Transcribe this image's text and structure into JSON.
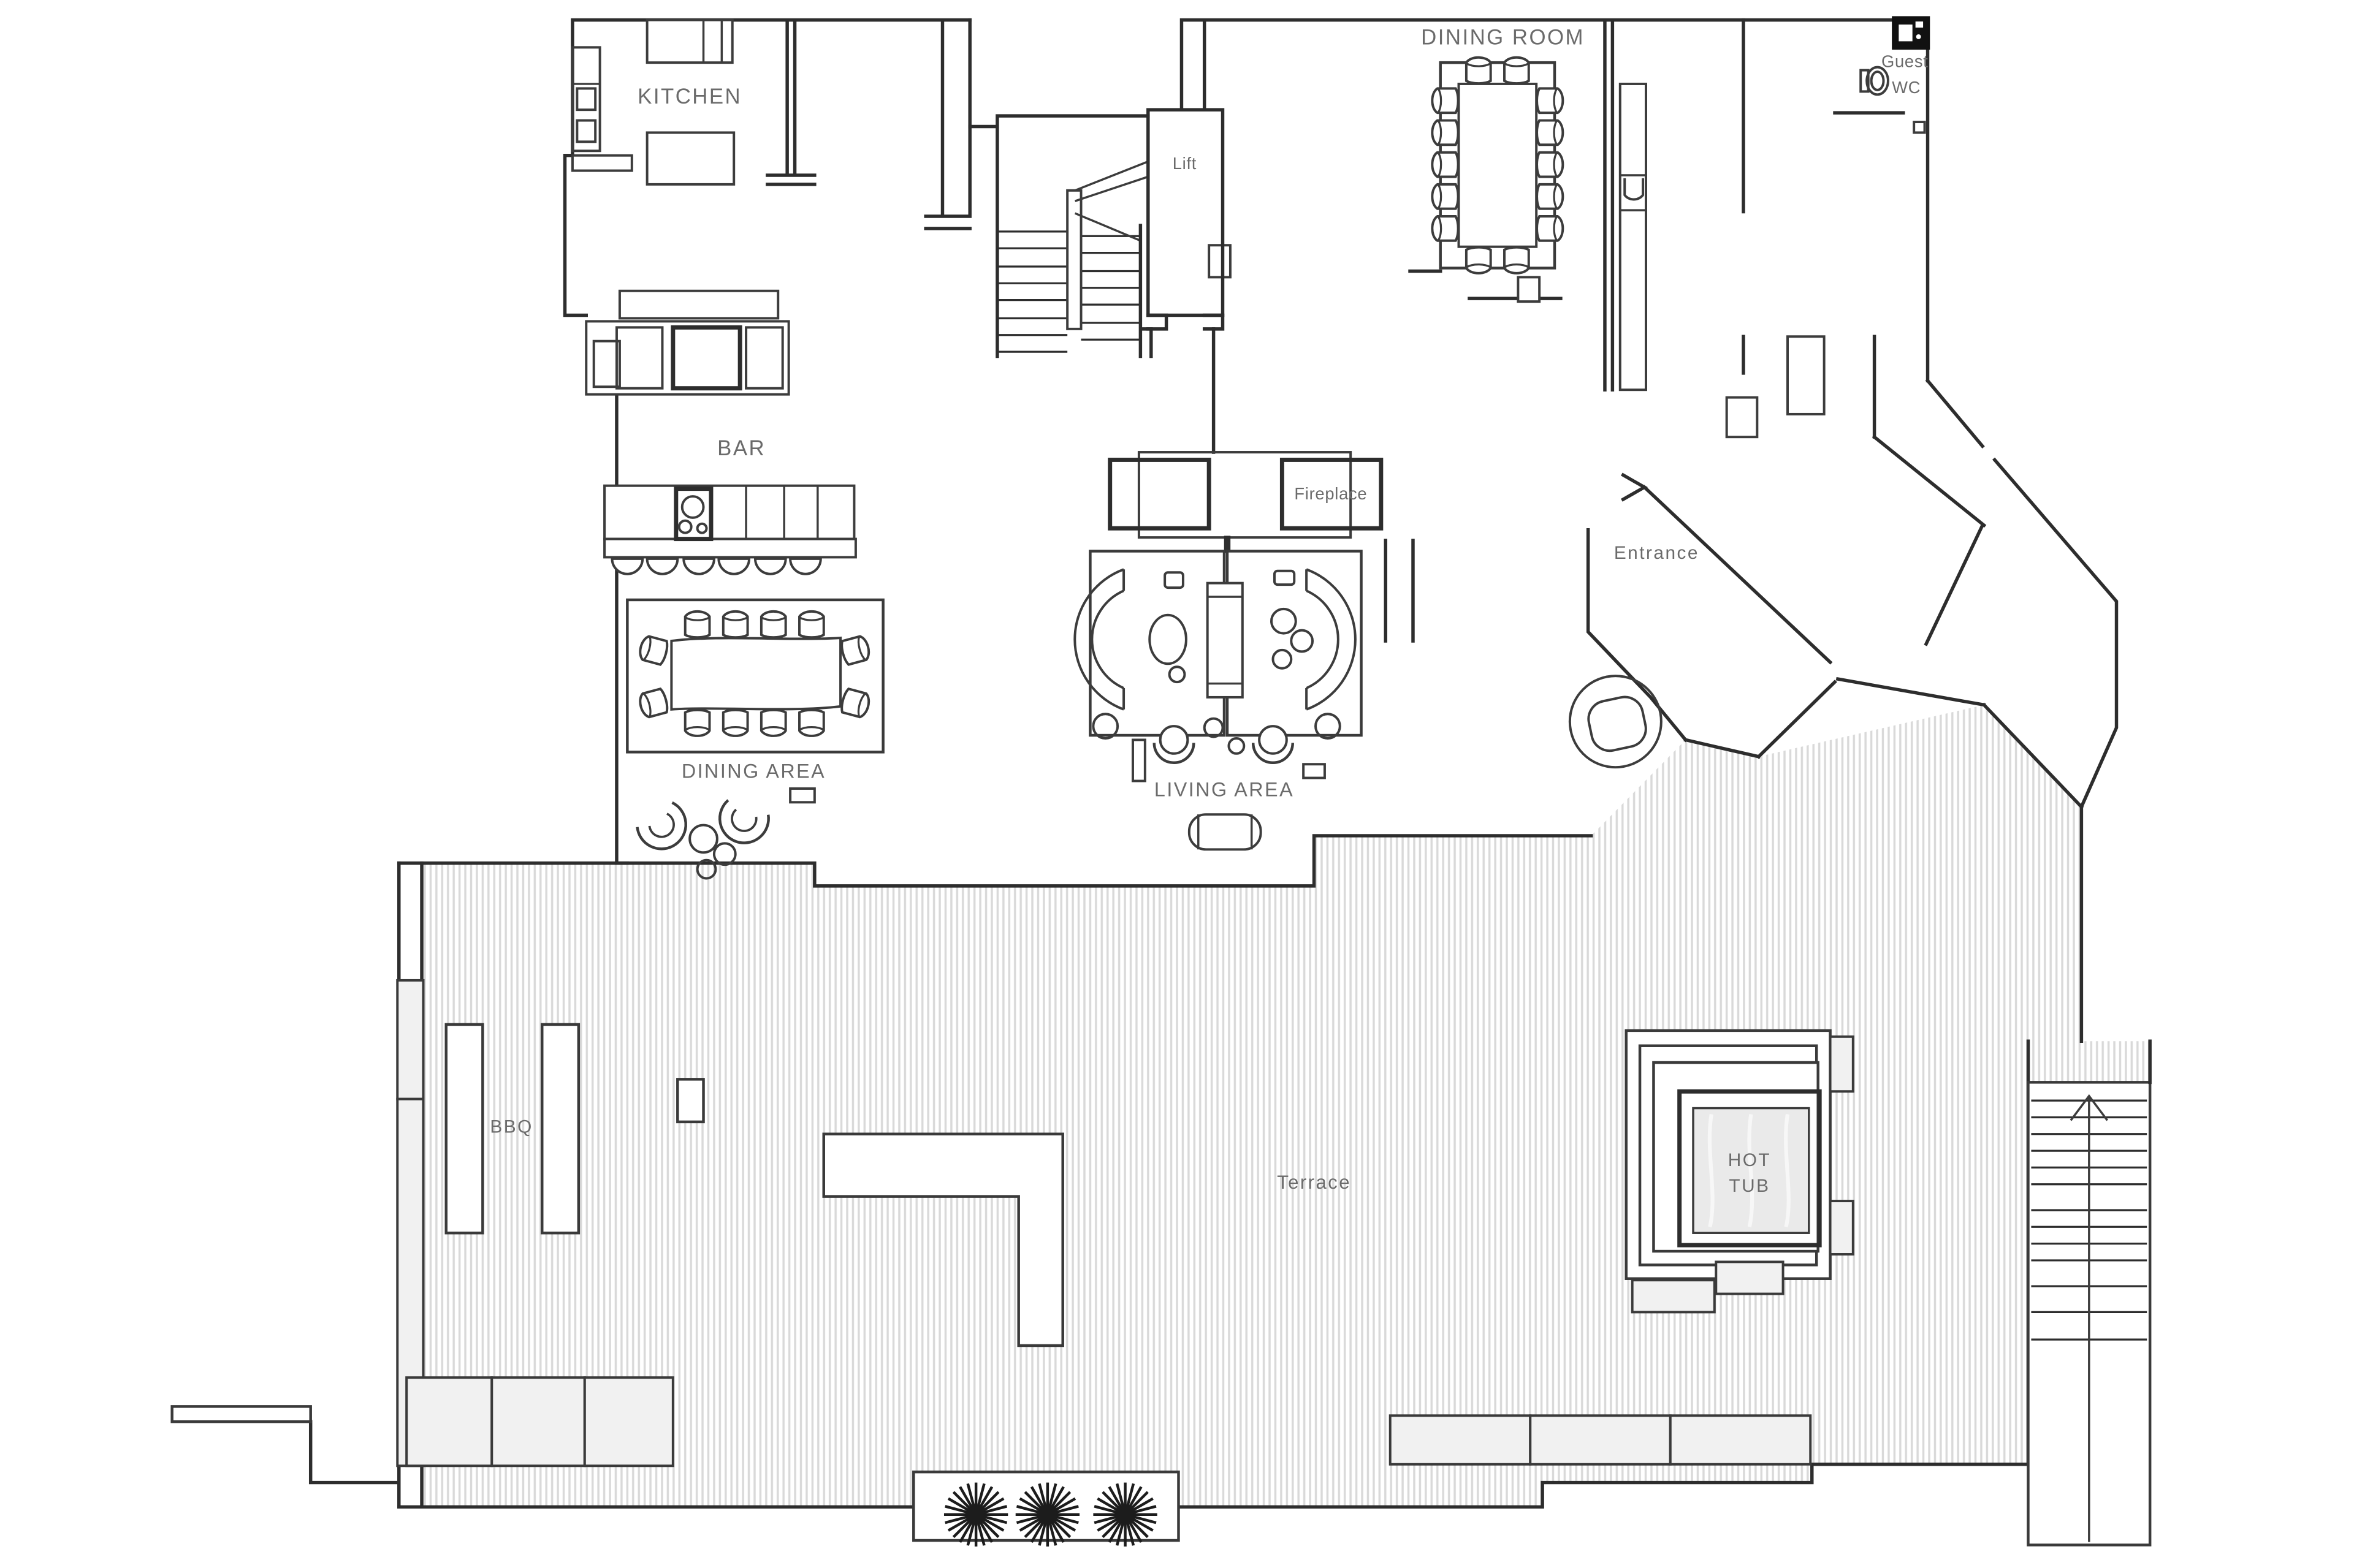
{
  "floor_plan": {
    "labels": {
      "kitchen": "KITCHEN",
      "dining_room": "DINING ROOM",
      "guest_wc_line1": "Guest",
      "guest_wc_line2": "WC",
      "lift": "Lift",
      "bar": "BAR",
      "fireplace": "Fireplace",
      "entrance": "Entrance",
      "dining_area": "DINING AREA",
      "living_area": "LIVING AREA",
      "bbq": "BBQ",
      "terrace": "Terrace",
      "hot_tub_line1": "HOT",
      "hot_tub_line2": "TUB"
    },
    "colors": {
      "wall": "#2d2d2d",
      "label_text": "#6b6b6b",
      "terrace_hatch": "#d9d9d9",
      "planter_fill": "#f1f1f1",
      "water_fill": "#eaeaea"
    }
  }
}
